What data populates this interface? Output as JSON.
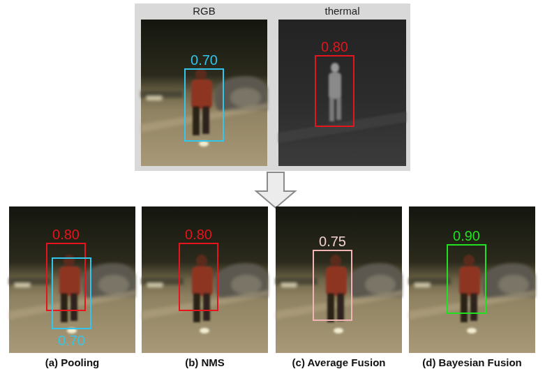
{
  "diagram": {
    "nodes": [
      {
        "text": [
          "RGB"
        ]
      },
      {
        "text": [
          "0.70"
        ],
        "in": 0
      },
      {
        "text": [
          "thermal"
        ]
      },
      {
        "text": [
          "0.80"
        ],
        "in": 2
      },
      {
        "text": [
          "(a) Pooling"
        ]
      },
      {
        "text": [
          "0.80"
        ],
        "in": 4
      },
      {
        "text": [
          "0.70"
        ],
        "in": 4
      },
      {
        "text": [
          "(b) NMS"
        ]
      },
      {
        "text": [
          "0.80"
        ],
        "in": 7
      },
      {
        "text": [
          "(c) Average Fusion"
        ]
      },
      {
        "text": [
          "0.75"
        ],
        "in": 9
      },
      {
        "text": [
          "(d) Bayesian Fusion"
        ]
      },
      {
        "text": [
          "0.90"
        ],
        "in": 11
      }
    ]
  }
}
